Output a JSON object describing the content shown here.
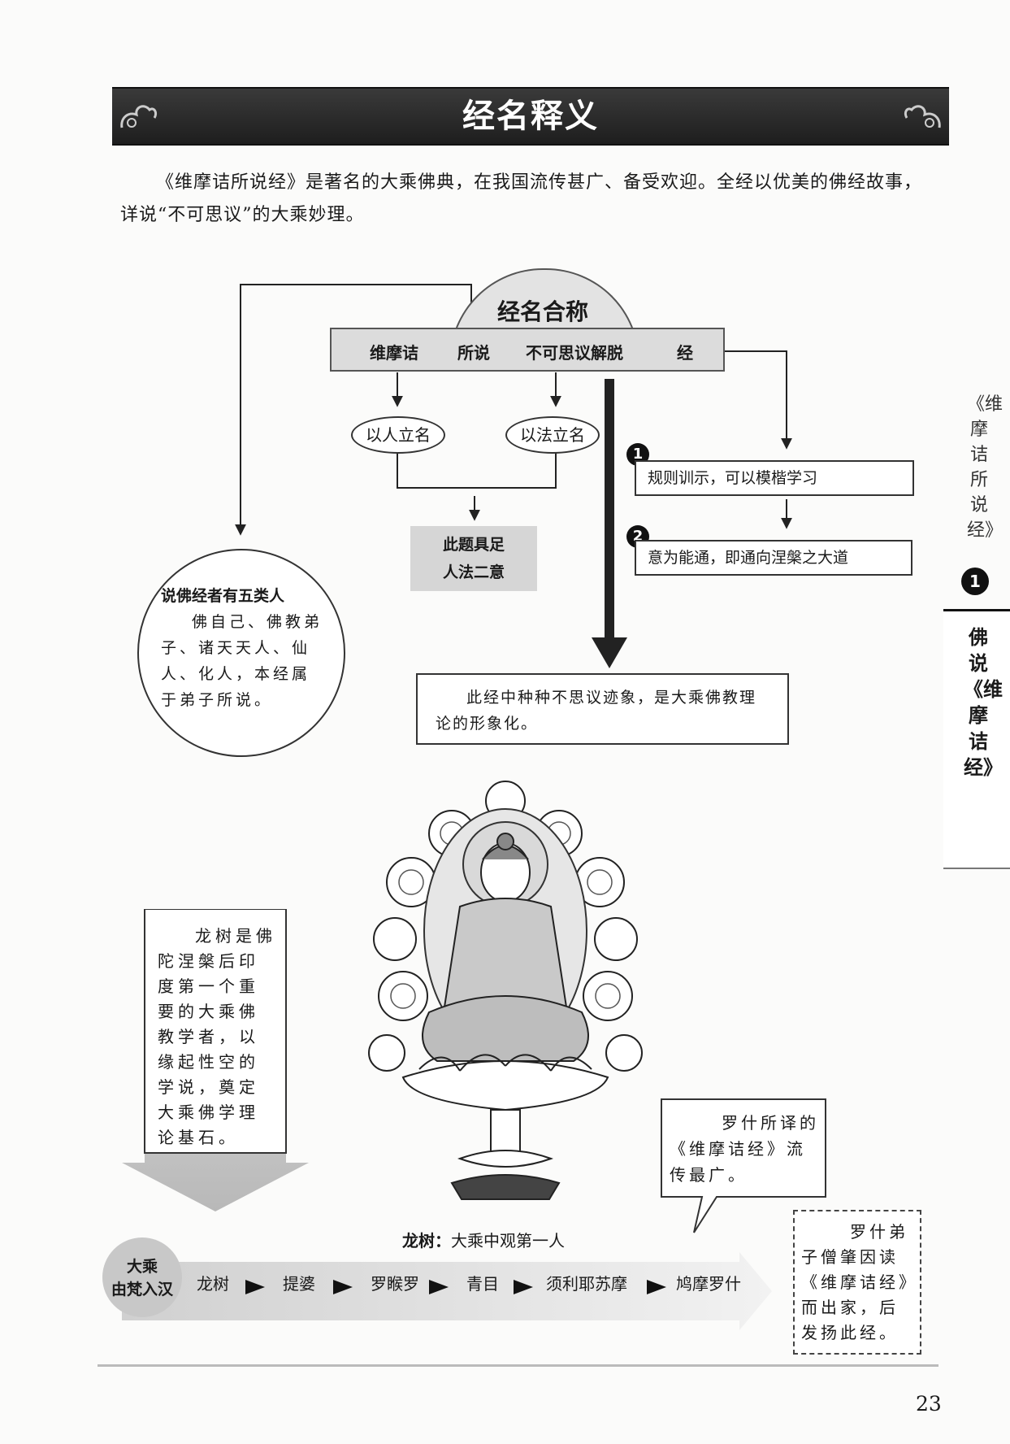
{
  "title": "经名释义",
  "intro": "《维摩诘所说经》是著名的大乘佛典，在我国流传甚广、备受欢迎。全经以优美的佛经故事，详说“不可思议”的大乘妙理。",
  "diagram": {
    "arch_title": "经名合称",
    "name_parts": [
      "维摩诘",
      "所说",
      "不可思议解脱",
      "经"
    ],
    "oval_person": "以人立名",
    "oval_dharma": "以法立名",
    "topic_box": [
      "此题具足",
      "人法二意"
    ],
    "circle_title": "说佛经者有五类人",
    "circle_body": "佛自己、佛教弟子、诸天天人、仙人、化人，本经属于弟子所说。",
    "jing_meanings": [
      {
        "num": "1",
        "text": "规则训示，可以模楷学习"
      },
      {
        "num": "2",
        "text": "意为能通，即通向涅槃之大道"
      }
    ],
    "inconceivable_note": "此经中种种不思议迹象，是大乘佛教理论的形象化。"
  },
  "nagarjuna_note": "龙树是佛陀涅槃后印度第一个重要的大乘佛教学者，以缘起性空的学说，奠定大乘佛学理论基石。",
  "caption": {
    "bold": "龙树：",
    "text": "大乘中观第一人"
  },
  "bubble": "罗什所译的《维摩诘经》流传最广。",
  "sengzhao_note": "罗什弟子僧肇因读《维摩诘经》而出家，后发扬此经。",
  "lineage": {
    "label_line1": "大乘",
    "label_line2": "由梵入汉",
    "names": [
      "龙树",
      "提婆",
      "罗睺罗",
      "青目",
      "须利耶苏摩",
      "鸠摩罗什"
    ]
  },
  "side": {
    "volume": "《维摩诘所说经》",
    "volume_number": "1",
    "chapter": "佛说《维摩诘经》"
  },
  "page_number": "23"
}
